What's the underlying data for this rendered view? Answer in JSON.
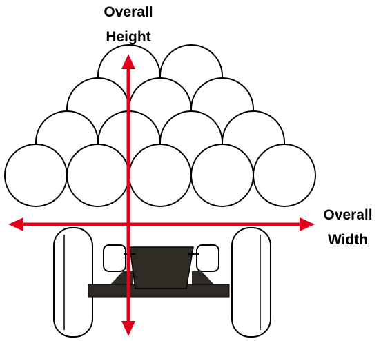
{
  "labels": {
    "height_line1": "Overall",
    "height_line2": "Height",
    "width_line1": "Overall",
    "width_line2": "Width"
  },
  "colors": {
    "arrow": "#e2001a",
    "bale_stroke": "#000000",
    "bale_fill": "#ffffff",
    "bed": "#2f2c25"
  },
  "bale_rows": [
    2,
    3,
    4,
    5
  ]
}
